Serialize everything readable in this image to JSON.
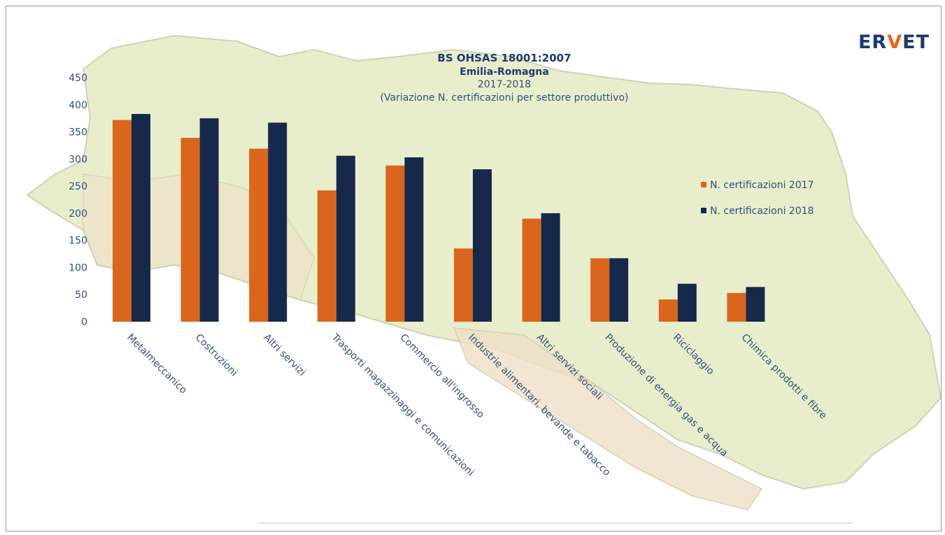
{
  "logo": {
    "pre": "ER",
    "accent": "V",
    "post": "ET"
  },
  "colors": {
    "series_2017": "#d9661c",
    "series_2018": "#17294b",
    "axis_text": "#2f4f7e",
    "map_fill": "#e4ecc3",
    "map_fill_alt": "#efe0c8",
    "map_border": "#c9c9a8"
  },
  "chart_data": {
    "type": "bar",
    "title": "BS OHSAS 18001:2007",
    "subtitle_lines": [
      "Emilia-Romagna",
      "2017-2018",
      "(Variazione N. certificazioni per settore produttivo)"
    ],
    "categories": [
      "Metalmeccanico",
      "Costruzioni",
      "Altri servizi",
      "Trasporti magazzinaggi e comunicazioni",
      "Commercio all'ingrosso",
      "Industrie alimentari, bevande e tabacco",
      "Altri servizi sociali",
      "Produzione di energia gas e acqua",
      "Riciclaggio",
      "Chimica prodotti e fibre"
    ],
    "series": [
      {
        "name": "N. certificazioni 2017",
        "values": [
          372,
          339,
          319,
          242,
          288,
          135,
          190,
          117,
          41,
          53
        ]
      },
      {
        "name": "N. certificazioni 2018",
        "values": [
          383,
          375,
          367,
          306,
          303,
          281,
          200,
          117,
          70,
          64
        ]
      }
    ],
    "ylim": [
      0,
      450
    ],
    "yticks": [
      0,
      50,
      100,
      150,
      200,
      250,
      300,
      350,
      400,
      450
    ],
    "grid": false,
    "legend_position": "right"
  }
}
